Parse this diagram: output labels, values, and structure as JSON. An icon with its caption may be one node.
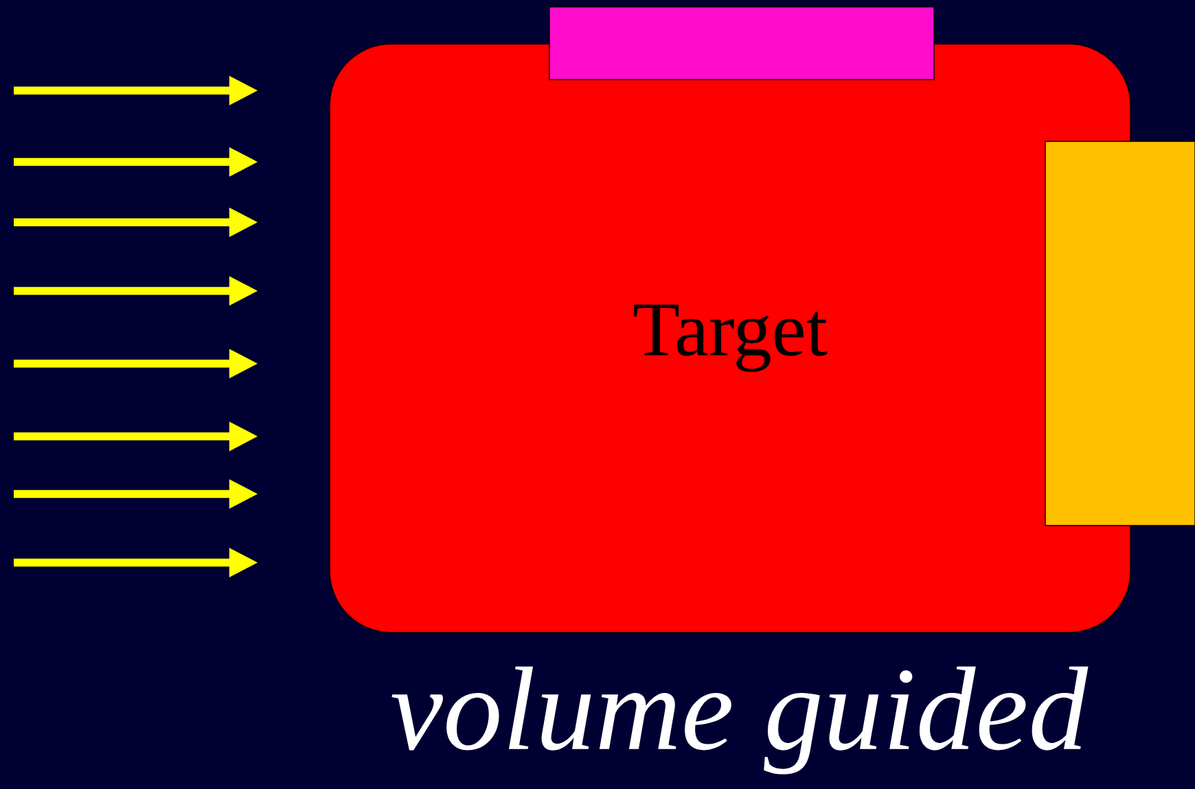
{
  "diagram": {
    "nodes": [
      {
        "text": [
          "Target"
        ]
      },
      {
        "text": [],
        "shape": "box"
      },
      {
        "text": [],
        "shape": "box"
      }
    ],
    "labels": [
      "volume guided"
    ]
  }
}
